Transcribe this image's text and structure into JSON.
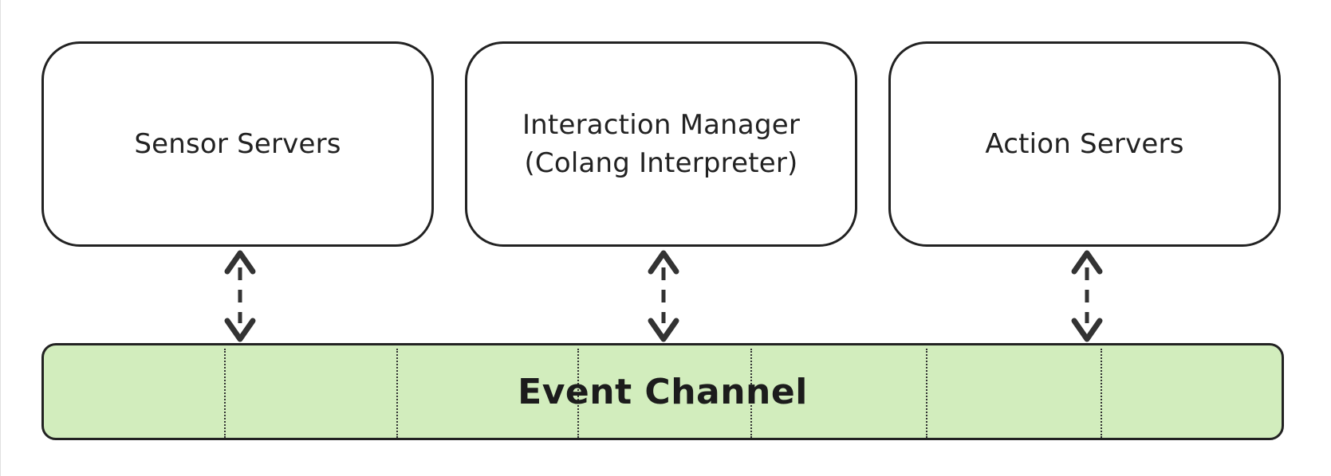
{
  "diagram": {
    "nodes": {
      "sensor_servers": {
        "label": "Sensor Servers"
      },
      "interaction_manager": {
        "label_line1": "Interaction Manager",
        "label_line2": "(Colang Interpreter)"
      },
      "action_servers": {
        "label": "Action Servers"
      }
    },
    "event_channel": {
      "label": "Event Channel"
    },
    "connections": [
      {
        "from": "sensor_servers",
        "to": "event_channel",
        "style": "dashed",
        "direction": "bidirectional"
      },
      {
        "from": "interaction_manager",
        "to": "event_channel",
        "style": "dashed",
        "direction": "bidirectional"
      },
      {
        "from": "action_servers",
        "to": "event_channel",
        "style": "dashed",
        "direction": "bidirectional"
      }
    ]
  },
  "colors": {
    "border": "#222222",
    "event_channel_fill": "#d2edbd",
    "box_fill": "#ffffff"
  }
}
